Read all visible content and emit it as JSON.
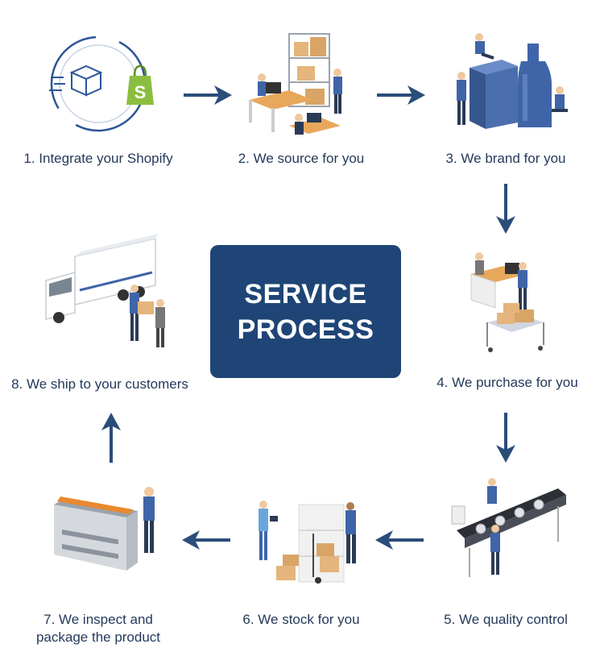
{
  "center": {
    "line1": "SERVICE",
    "line2": "PROCESS"
  },
  "colors": {
    "navy": "#1e4576",
    "arrow": "#2a4d7a",
    "worker": "#3f65a8",
    "box": "#e4b57c"
  },
  "steps": [
    {
      "label": "1. Integrate your Shopify",
      "icon": "shopify-integration-icon"
    },
    {
      "label": "2. We source for you",
      "icon": "sourcing-office-icon"
    },
    {
      "label": "3. We brand for you",
      "icon": "branding-bottles-icon"
    },
    {
      "label": "4. We purchase for you",
      "icon": "purchase-cart-icon"
    },
    {
      "label": "5. We quality control",
      "icon": "conveyor-qc-icon"
    },
    {
      "label": "6. We stock for you",
      "icon": "warehouse-stock-icon"
    },
    {
      "label": "7. We inspect and\npackage the product",
      "icon": "inspect-package-icon"
    },
    {
      "label": "8. We ship to your customers",
      "icon": "delivery-truck-icon"
    }
  ]
}
